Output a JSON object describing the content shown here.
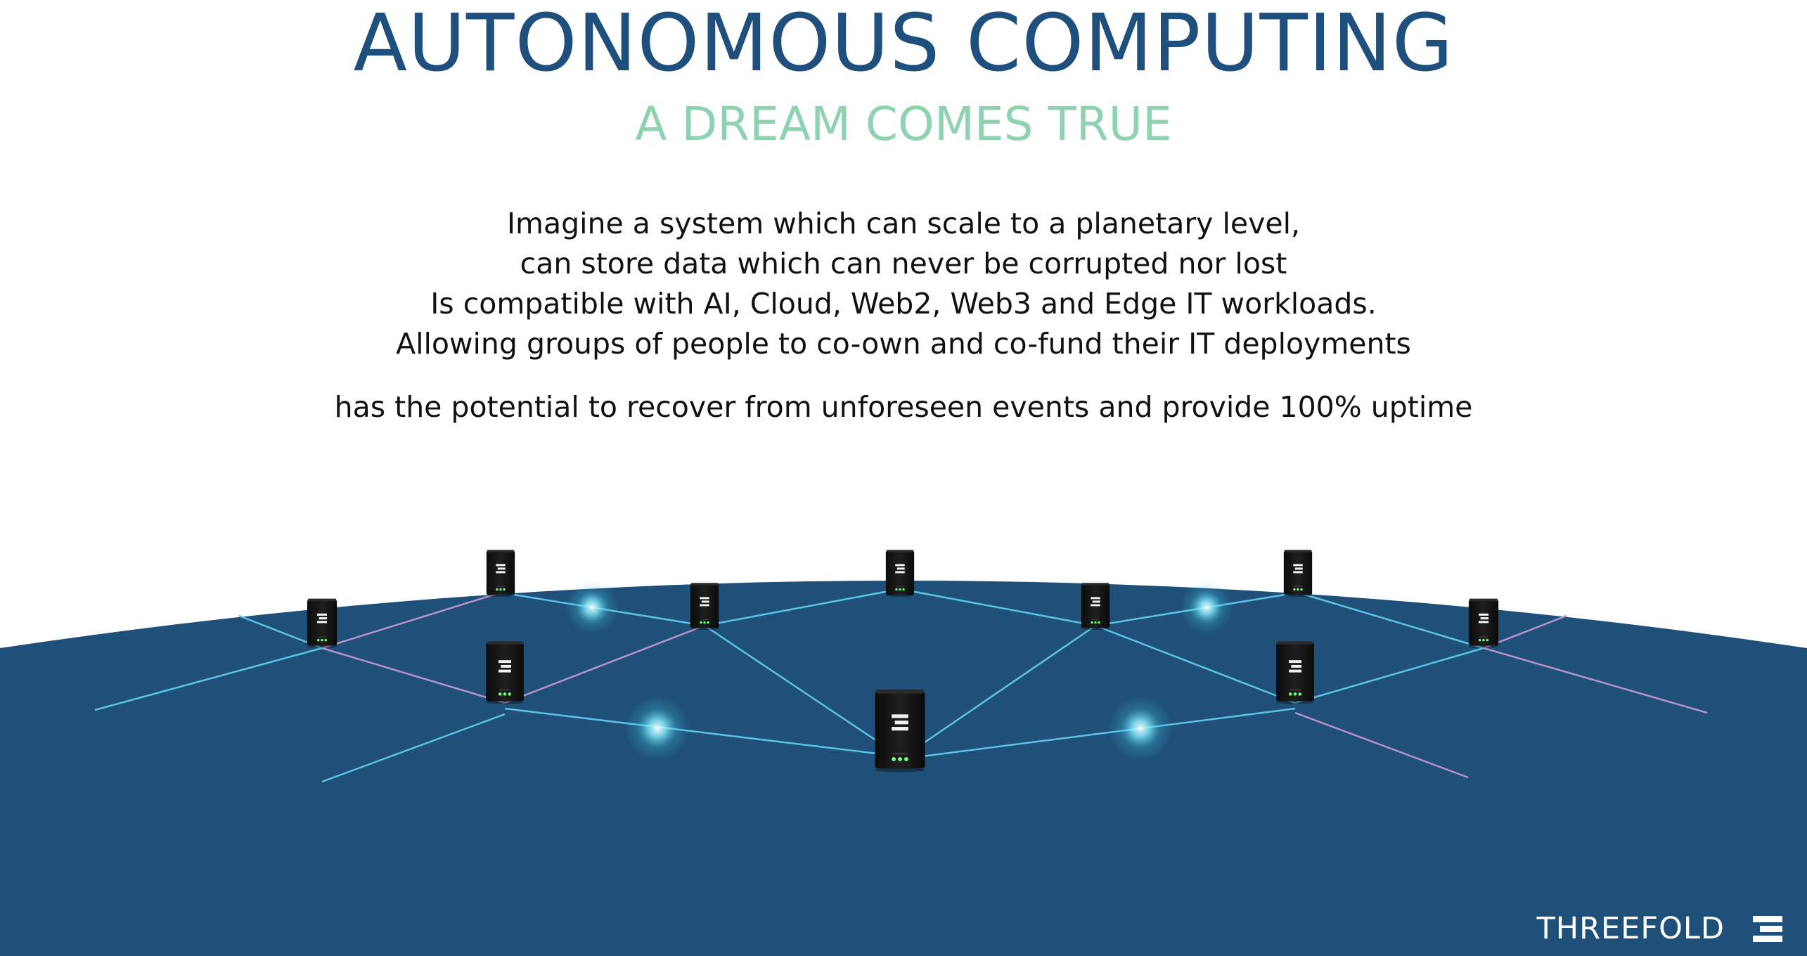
{
  "slide": {
    "title": "AUTONOMOUS COMPUTING",
    "subtitle": "A DREAM COMES TRUE",
    "body_lines": [
      "Imagine a system which can scale to a planetary level,",
      "can store data which can never be corrupted nor lost",
      "Is compatible with AI, Cloud, Web2, Web3 and Edge IT workloads.",
      "Allowing groups of people to co-own and co-fund their IT deployments"
    ],
    "closing_line": "has the potential to recover from unforeseen events and provide 100% uptime"
  },
  "brand": {
    "name": "THREEFOLD",
    "logo_icon": "threefold-logo-icon"
  },
  "colors": {
    "title": "#1e4f7d",
    "subtitle": "#8dd3b0",
    "globe": "#1f5079",
    "link_blue": "#5cc3e6",
    "link_pink": "#b792cc",
    "node_led": "#6dff7a"
  }
}
